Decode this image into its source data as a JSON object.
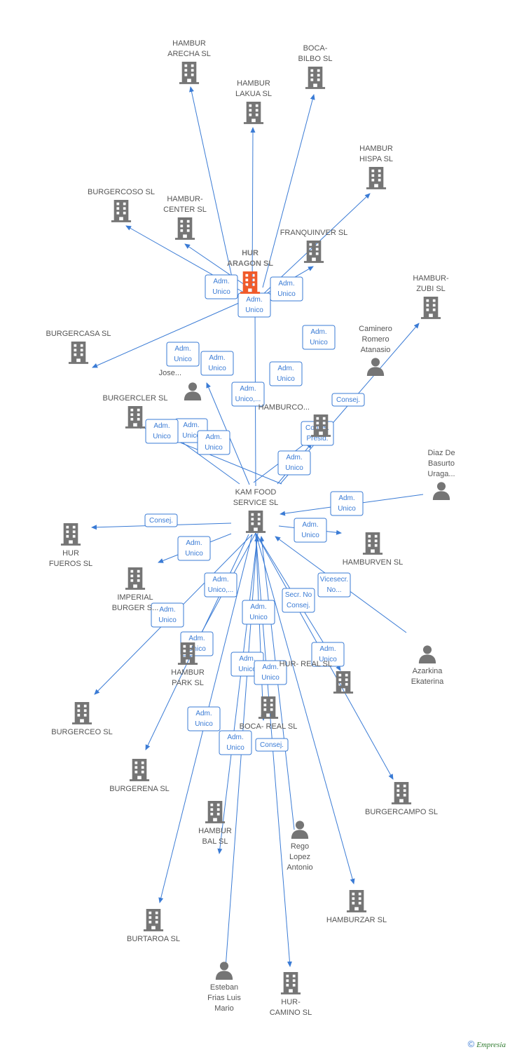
{
  "colors": {
    "accent": "#3a7bd5",
    "node": "#757575",
    "focus": "#f05a2a",
    "label": "#555555"
  },
  "nodes": [
    {
      "id": "hur-aragon",
      "type": "company",
      "focus": true,
      "lines": [
        "HUR",
        "ARAGON  SL"
      ]
    },
    {
      "id": "kam-food",
      "type": "company",
      "lines": [
        "KAM FOOD",
        "SERVICE  SL"
      ]
    },
    {
      "id": "hambur-arecha",
      "type": "company",
      "lines": [
        "HAMBUR",
        "ARECHA SL"
      ]
    },
    {
      "id": "boca-bilbo",
      "type": "company",
      "lines": [
        "BOCA-",
        "BILBO SL"
      ]
    },
    {
      "id": "hambur-lakua",
      "type": "company",
      "lines": [
        "HAMBUR",
        "LAKUA SL"
      ]
    },
    {
      "id": "hambur-hispa",
      "type": "company",
      "lines": [
        "HAMBUR",
        "HISPA SL"
      ]
    },
    {
      "id": "burgercoso",
      "type": "company",
      "lines": [
        "BURGERCOSO SL"
      ]
    },
    {
      "id": "hambur-center",
      "type": "company",
      "lines": [
        "HAMBUR-",
        "CENTER SL"
      ]
    },
    {
      "id": "franquinver",
      "type": "company",
      "lines": [
        "FRANQUINVER SL"
      ]
    },
    {
      "id": "hambur-zubi",
      "type": "company",
      "lines": [
        "HAMBUR-",
        "ZUBI SL"
      ]
    },
    {
      "id": "caminero",
      "type": "person",
      "lines": [
        "Caminero",
        "Romero",
        "Atanasio"
      ]
    },
    {
      "id": "burgercasa",
      "type": "company",
      "lines": [
        "BURGERCASA SL"
      ]
    },
    {
      "id": "jose",
      "type": "person",
      "lines": [
        "Jose..."
      ]
    },
    {
      "id": "burgercler",
      "type": "company",
      "lines": [
        "BURGERCLER SL"
      ]
    },
    {
      "id": "hamburco",
      "type": "company",
      "lines": [
        "HAMBURCO..."
      ]
    },
    {
      "id": "diaz",
      "type": "person",
      "lines": [
        "Diaz De",
        "Basurto",
        "Uraga..."
      ]
    },
    {
      "id": "hur-fueros",
      "type": "company",
      "lines": [
        "HUR",
        "FUEROS SL"
      ]
    },
    {
      "id": "hamburven",
      "type": "company",
      "lines": [
        "HAMBURVEN SL"
      ]
    },
    {
      "id": "imperial-burger",
      "type": "company",
      "lines": [
        "IMPERIAL",
        "BURGER S..."
      ]
    },
    {
      "id": "azarkina",
      "type": "person",
      "lines": [
        "Azarkina",
        "Ekaterina"
      ]
    },
    {
      "id": "hambur-park",
      "type": "company",
      "lines": [
        "HAMBUR",
        "PARK SL"
      ]
    },
    {
      "id": "hur-real",
      "type": "company",
      "lines": [
        "HUR- REAL SL"
      ]
    },
    {
      "id": "burgerceo",
      "type": "company",
      "lines": [
        "BURGERCEO SL"
      ]
    },
    {
      "id": "boca-real",
      "type": "company",
      "lines": [
        "BOCA- REAL SL"
      ]
    },
    {
      "id": "burgerena",
      "type": "company",
      "lines": [
        "BURGERENA SL"
      ]
    },
    {
      "id": "burgercampo",
      "type": "company",
      "lines": [
        "BURGERCAMPO SL"
      ]
    },
    {
      "id": "hambur-bal",
      "type": "company",
      "lines": [
        "HAMBUR",
        "BAL SL"
      ]
    },
    {
      "id": "rego",
      "type": "person",
      "lines": [
        "Rego",
        "Lopez",
        "Antonio"
      ]
    },
    {
      "id": "hamburzar",
      "type": "company",
      "lines": [
        "HAMBURZAR SL"
      ]
    },
    {
      "id": "burtaroa",
      "type": "company",
      "lines": [
        "BURTAROA SL"
      ]
    },
    {
      "id": "esteban",
      "type": "person",
      "lines": [
        "Esteban",
        "Frias Luis",
        "Mario"
      ]
    },
    {
      "id": "hur-camino",
      "type": "company",
      "lines": [
        "HUR-",
        "CAMINO SL"
      ]
    }
  ],
  "edge_labels": [
    [
      "Adm.",
      "Unico"
    ],
    [
      "Adm.",
      "Unico"
    ],
    [
      "Adm.",
      "Unico"
    ],
    [
      "Adm.",
      "Unico"
    ],
    [
      "Adm.",
      "Unico"
    ],
    [
      "Adm.",
      "Unico"
    ],
    [
      "Adm.",
      "Unico"
    ],
    [
      "Adm.",
      "Unico"
    ],
    [
      "Adm.",
      "Unico,..."
    ],
    [
      "Adm.",
      "Unico"
    ],
    [
      "Consej.",
      "Presid."
    ],
    [
      "Consej."
    ],
    [
      "Adm.",
      "Unico"
    ],
    [
      "Adm.",
      "Unico"
    ],
    [
      "Adm.",
      "Unico"
    ],
    [
      "Consej."
    ],
    [
      "Adm.",
      "Unico"
    ],
    [
      "Adm.",
      "Unico"
    ],
    [
      "Vicesecr.",
      "No..."
    ],
    [
      "Adm.",
      "Unico"
    ],
    [
      "Adm.",
      "Unico"
    ],
    [
      "Adm.",
      "Unico,..."
    ],
    [
      "Adm.",
      "Unico"
    ],
    [
      "Adm.",
      "Unico"
    ],
    [
      "Adm.",
      "Unico"
    ],
    [
      "Secr.  No",
      "Consej."
    ],
    [
      "Adm.",
      "Unico"
    ],
    [
      "Adm.",
      "Unico"
    ],
    [
      "Consej."
    ],
    [
      "Adm.",
      "Unico"
    ]
  ],
  "credit": {
    "symbol": "©",
    "brand": "Empresia"
  }
}
